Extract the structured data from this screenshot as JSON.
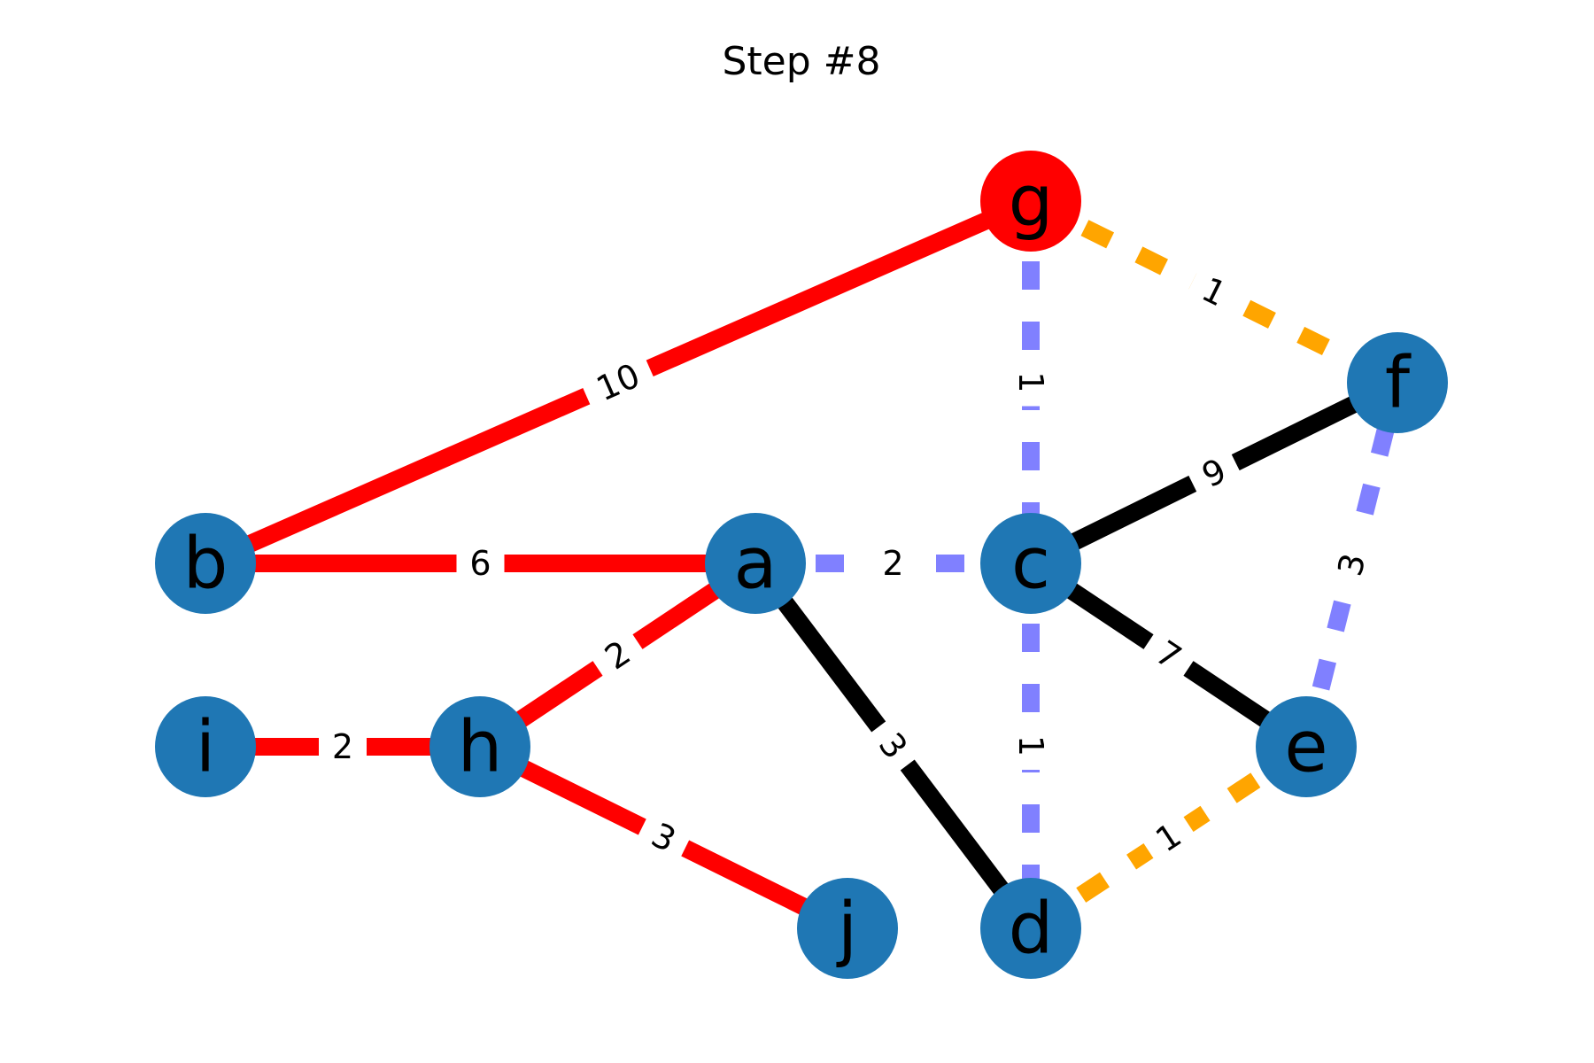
{
  "title": "Step #8",
  "colors": {
    "node_default": "#1f77b4",
    "node_highlight": "#ff0000",
    "edge_tree": "#ff0000",
    "edge_plain": "#000000",
    "edge_candidate": "#8080ff",
    "edge_current": "#ffa500"
  },
  "nodes": [
    {
      "id": "g",
      "label": "g",
      "state": "highlight"
    },
    {
      "id": "f",
      "label": "f",
      "state": "default"
    },
    {
      "id": "b",
      "label": "b",
      "state": "default"
    },
    {
      "id": "a",
      "label": "a",
      "state": "default"
    },
    {
      "id": "c",
      "label": "c",
      "state": "default"
    },
    {
      "id": "i",
      "label": "i",
      "state": "default"
    },
    {
      "id": "h",
      "label": "h",
      "state": "default"
    },
    {
      "id": "e",
      "label": "e",
      "state": "default"
    },
    {
      "id": "j",
      "label": "j",
      "state": "default"
    },
    {
      "id": "d",
      "label": "d",
      "state": "default"
    }
  ],
  "edges": [
    {
      "source": "b",
      "target": "g",
      "weight": "10",
      "style": "tree"
    },
    {
      "source": "b",
      "target": "a",
      "weight": "6",
      "style": "tree"
    },
    {
      "source": "a",
      "target": "h",
      "weight": "2",
      "style": "tree"
    },
    {
      "source": "i",
      "target": "h",
      "weight": "2",
      "style": "tree"
    },
    {
      "source": "h",
      "target": "j",
      "weight": "3",
      "style": "tree"
    },
    {
      "source": "a",
      "target": "d",
      "weight": "3",
      "style": "plain"
    },
    {
      "source": "c",
      "target": "f",
      "weight": "9",
      "style": "plain"
    },
    {
      "source": "c",
      "target": "e",
      "weight": "7",
      "style": "plain"
    },
    {
      "source": "a",
      "target": "c",
      "weight": "2",
      "style": "candidate"
    },
    {
      "source": "g",
      "target": "c",
      "weight": "1",
      "style": "candidate"
    },
    {
      "source": "c",
      "target": "d",
      "weight": "1",
      "style": "candidate"
    },
    {
      "source": "e",
      "target": "f",
      "weight": "3",
      "style": "candidate"
    },
    {
      "source": "g",
      "target": "f",
      "weight": "1",
      "style": "current"
    },
    {
      "source": "d",
      "target": "e",
      "weight": "1",
      "style": "current"
    }
  ]
}
